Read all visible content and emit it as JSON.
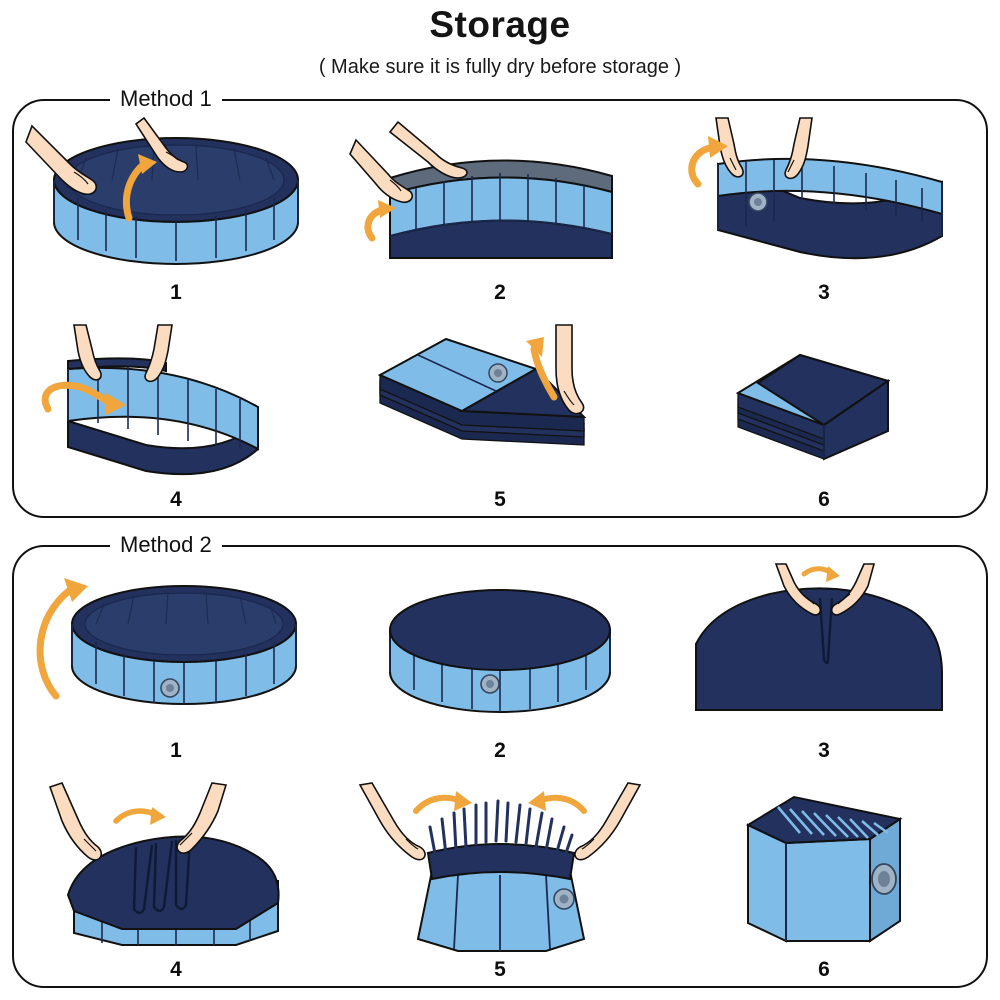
{
  "header": {
    "title": "Storage",
    "subtitle": "( Make sure it is fully dry before storage )"
  },
  "colors": {
    "light_blue": "#80bce8",
    "light_blue_shade": "#6fa9d6",
    "navy": "#22315e",
    "navy_dark": "#1b2950",
    "navy_mid": "#2b3e6b",
    "orange_arrow": "#f0a63c",
    "skin": "#fbdcc0",
    "skin_light": "#fdeadb",
    "outline": "#111111",
    "plug_gray": "#8c9bb0"
  },
  "methods": [
    {
      "label": "Method 1",
      "steps": [
        {
          "number": "1",
          "art": "round-pool-open-two-hands",
          "arrow": "curve-up",
          "caption_icon": "pool-icon"
        },
        {
          "number": "2",
          "art": "pool-wall-collapsing",
          "arrow": "curve-left-up",
          "caption_icon": "pool-icon"
        },
        {
          "number": "3",
          "art": "pool-folded-flat-panel",
          "arrow": "curve-up-left",
          "caption_icon": "pool-icon"
        },
        {
          "number": "4",
          "art": "pool-wall-fold-over",
          "arrow": "sweep-right",
          "caption_icon": "pool-icon"
        },
        {
          "number": "5",
          "art": "stacked-layers-triangle-flap",
          "arrow": "curve-up",
          "caption_icon": "pool-icon"
        },
        {
          "number": "6",
          "art": "final-folded-stack",
          "arrow": "none",
          "caption_icon": "pool-icon"
        }
      ]
    },
    {
      "label": "Method 2",
      "steps": [
        {
          "number": "1",
          "art": "round-pool-upright-plug",
          "arrow": "tall-curve-up",
          "caption_icon": "pool-icon"
        },
        {
          "number": "2",
          "art": "pool-inverted-flat-top",
          "arrow": "none",
          "caption_icon": "pool-icon"
        },
        {
          "number": "3",
          "art": "pinch-first-pleat",
          "arrow": "small-curve-right",
          "caption_icon": "pool-icon"
        },
        {
          "number": "4",
          "art": "gather-pleats",
          "arrow": "small-curve-right",
          "caption_icon": "pool-icon"
        },
        {
          "number": "5",
          "art": "many-pleats-squeeze",
          "arrow": "two-arrows-inward",
          "caption_icon": "pool-icon"
        },
        {
          "number": "6",
          "art": "compressed-block-pleated-top",
          "arrow": "none",
          "caption_icon": "pool-icon"
        }
      ]
    }
  ]
}
